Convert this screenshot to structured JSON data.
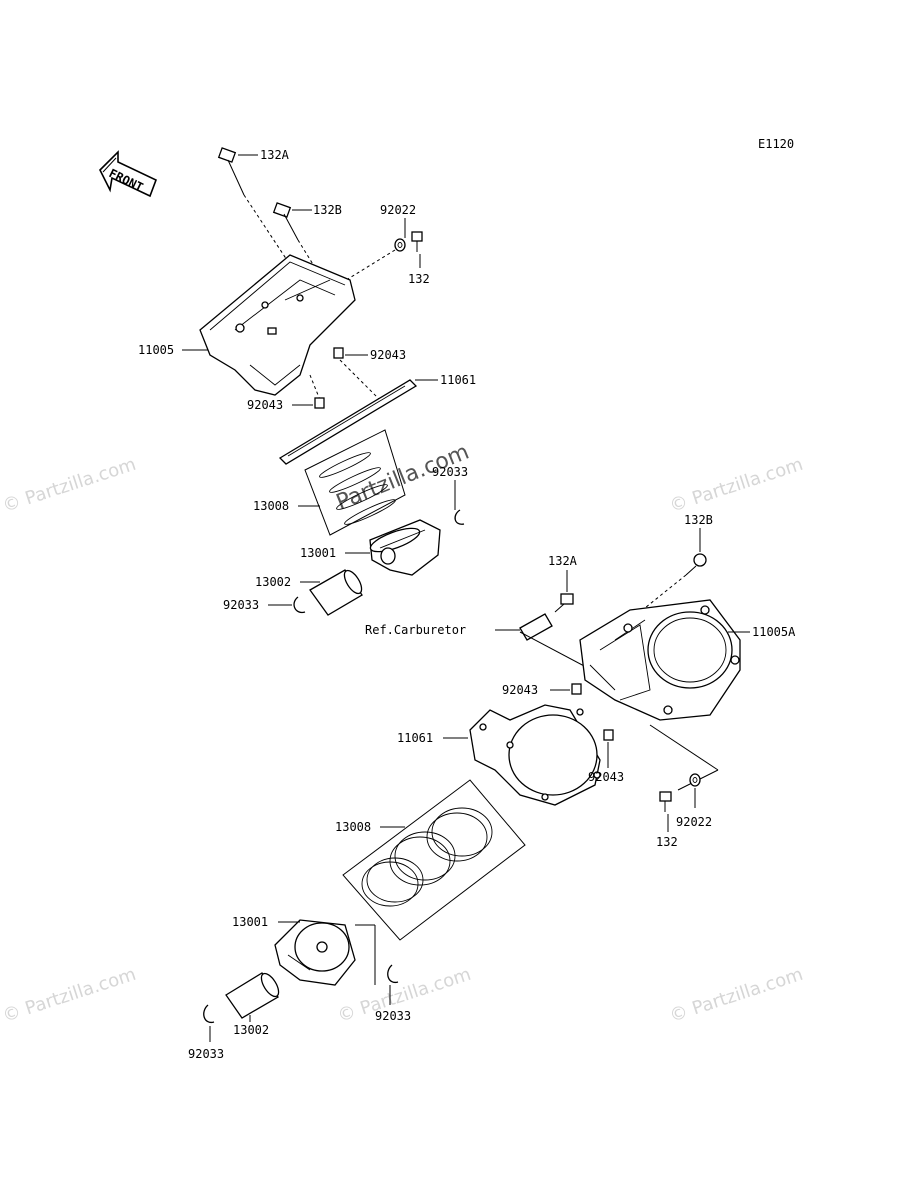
{
  "diagram_code": "E1120",
  "front_label": "FRONT",
  "watermark": "© Partzilla.com",
  "watermark_center": "Partzilla.com",
  "labels": {
    "upper_132A": "132A",
    "upper_132B": "132B",
    "upper_92022": "92022",
    "upper_132": "132",
    "upper_11005": "11005",
    "upper_92043_a": "92043",
    "upper_11061": "11061",
    "upper_92043_b": "92043",
    "upper_92033_a": "92033",
    "upper_13008": "13008",
    "upper_13001": "13001",
    "upper_13002": "13002",
    "upper_92033_b": "92033",
    "lower_132B": "132B",
    "lower_132A": "132A",
    "ref_carburetor": "Ref.Carburetor",
    "lower_11005A": "11005A",
    "lower_92043_a": "92043",
    "lower_11061": "11061",
    "lower_92043_b": "92043",
    "lower_92022": "92022",
    "lower_132": "132",
    "lower_13008": "13008",
    "lower_13001": "13001",
    "lower_92033_a": "92033",
    "lower_13002": "13002",
    "lower_92033_b": "92033"
  }
}
